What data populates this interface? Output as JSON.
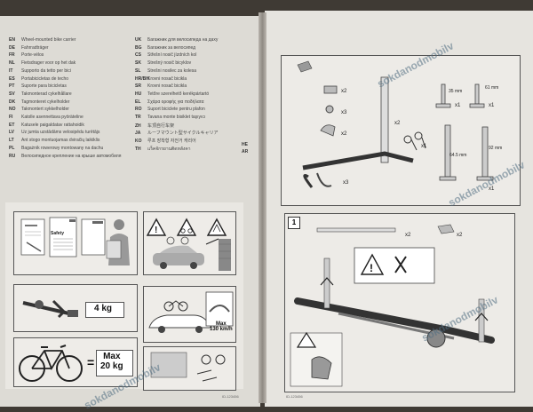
{
  "left_page": {
    "languages_col1": [
      {
        "code": "EN",
        "text": "Wheel-mounted bike carrier"
      },
      {
        "code": "DE",
        "text": "Fahrradträger"
      },
      {
        "code": "FR",
        "text": "Porte-vélos"
      },
      {
        "code": "NL",
        "text": "Fietsdrager voor op het dak"
      },
      {
        "code": "IT",
        "text": "Supporto da tetto per bici"
      },
      {
        "code": "ES",
        "text": "Portabicicletas de techo"
      },
      {
        "code": "PT",
        "text": "Suporte para bicicletas"
      },
      {
        "code": "SV",
        "text": "Takmonterad cykelhållare"
      },
      {
        "code": "DK",
        "text": "Tagmonteret cykelholder"
      },
      {
        "code": "NO",
        "text": "Takmontert sykkelholder"
      },
      {
        "code": "FI",
        "text": "Katolle asennettava pyöräteline"
      },
      {
        "code": "ET",
        "text": "Katusele paigaldatav rattahoidik"
      },
      {
        "code": "LV",
        "text": "Uz jumta uzstādāms velosipēdu turētājs"
      },
      {
        "code": "LT",
        "text": "Ant stogo montuojamas dviračių laikiklis"
      },
      {
        "code": "PL",
        "text": "Bagażnik rowerowy montowany na dachu"
      },
      {
        "code": "RU",
        "text": "Велосипедное крепление на крыше автомобиля"
      }
    ],
    "languages_col2": [
      {
        "code": "UK",
        "text": "Багажник для велосипеда на даху"
      },
      {
        "code": "BG",
        "text": "Багажник за велосипед"
      },
      {
        "code": "CS",
        "text": "Střešní nosič jízdních kol"
      },
      {
        "code": "SK",
        "text": "Strešný nosič bicyklov"
      },
      {
        "code": "SL",
        "text": "Strešni nosilec za kolesa"
      },
      {
        "code": "HR/BH",
        "text": "Krovni nosač bicikla"
      },
      {
        "code": "SR",
        "text": "Krovni nosač bicikla"
      },
      {
        "code": "HU",
        "text": "Tetőre szerelhető kerékpártartó"
      },
      {
        "code": "EL",
        "text": "Σχάρα οροφής για ποδήλατα"
      },
      {
        "code": "RO",
        "text": "Suport biciclete pentru plafon"
      },
      {
        "code": "TR",
        "text": "Tavana monte bisiklet taşıyıcı"
      },
      {
        "code": "ZH",
        "text": "车顶自行车架"
      },
      {
        "code": "JA",
        "text": "ルーフマウント型サイクルキャリア"
      },
      {
        "code": "KO",
        "text": "루프 장착형 자전거 캐리어"
      },
      {
        "code": "TH",
        "text": "แร็คจักรยานติดหลังคา"
      }
    ],
    "right_side_codes": [
      "HE",
      "AR"
    ],
    "weight_label": "4 kg",
    "max_speed_label": "Max\n130 km/h",
    "max_weight_label": "Max\n20 kg",
    "booklet_title": "Safety",
    "footer_code": "ID-123456"
  },
  "right_page": {
    "parts": {
      "qty_x2a": "x2",
      "qty_x3a": "x3",
      "qty_x2b": "x2",
      "qty_x3b": "x3",
      "qty_x2c": "x2",
      "qty_x1a": "x1",
      "qty_x1b": "x1",
      "qty_x1c": "x1",
      "qty_x1d": "x1",
      "dim_35": "35 mm",
      "dim_61": "61 mm",
      "dim_64": "64.5 mm",
      "dim_92": "92 mm"
    },
    "step1": {
      "number": "1",
      "qty_bar": "x2",
      "qty_block": "x2"
    },
    "footer_code": "ID-123456"
  },
  "watermarks": [
    "sokdanodmobilv",
    "sokdanodmobilv",
    "sokdanodmobilv",
    "sokdanodmobilv"
  ],
  "colors": {
    "page": "#e3e1dc",
    "background": "#3f3a34",
    "line": "#444444",
    "warning_yellow": "#f2d22e",
    "watermark": "#5a7f93"
  }
}
